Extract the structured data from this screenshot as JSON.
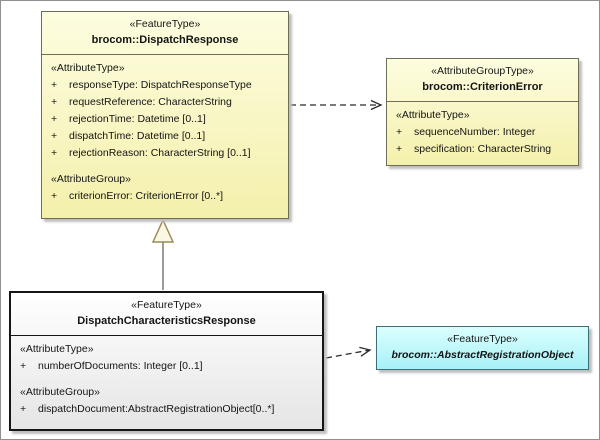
{
  "diagram": {
    "dispatch_response": {
      "stereotype": "«FeatureType»",
      "name": "brocom::DispatchResponse",
      "attr_section": "«AttributeType»",
      "attributes": [
        {
          "vis": "+",
          "text": "responseType: DispatchResponseType"
        },
        {
          "vis": "+",
          "text": "requestReference: CharacterString"
        },
        {
          "vis": "+",
          "text": "rejectionTime: Datetime [0..1]"
        },
        {
          "vis": "+",
          "text": "dispatchTime: Datetime [0..1]"
        },
        {
          "vis": "+",
          "text": "rejectionReason: CharacterString [0..1]"
        }
      ],
      "group_section": "«AttributeGroup»",
      "group_attributes": [
        {
          "vis": "+",
          "text": "criterionError: CriterionError [0..*]"
        }
      ]
    },
    "criterion_error": {
      "stereotype": "«AttributeGroupType»",
      "name": "brocom::CriterionError",
      "attr_section": "«AttributeType»",
      "attributes": [
        {
          "vis": "+",
          "text": "sequenceNumber: Integer"
        },
        {
          "vis": "+",
          "text": "specification: CharacterString"
        }
      ]
    },
    "dispatch_characteristics_response": {
      "stereotype": "«FeatureType»",
      "name": "DispatchCharacteristicsResponse",
      "attr_section": "«AttributeType»",
      "attributes": [
        {
          "vis": "+",
          "text": "numberOfDocuments: Integer [0..1]"
        }
      ],
      "group_section": "«AttributeGroup»",
      "group_attributes": [
        {
          "vis": "+",
          "text": "dispatchDocument:AbstractRegistrationObject[0..*]"
        }
      ]
    },
    "abstract_registration_object": {
      "stereotype": "«FeatureType»",
      "name": "brocom::AbstractRegistrationObject"
    },
    "colors": {
      "feature_type_fill": "#f8f5c0",
      "abstract_object_fill": "#c2f5fa",
      "plain_fill": "#f0f0f0",
      "shadow": "#bfbfbf"
    }
  }
}
